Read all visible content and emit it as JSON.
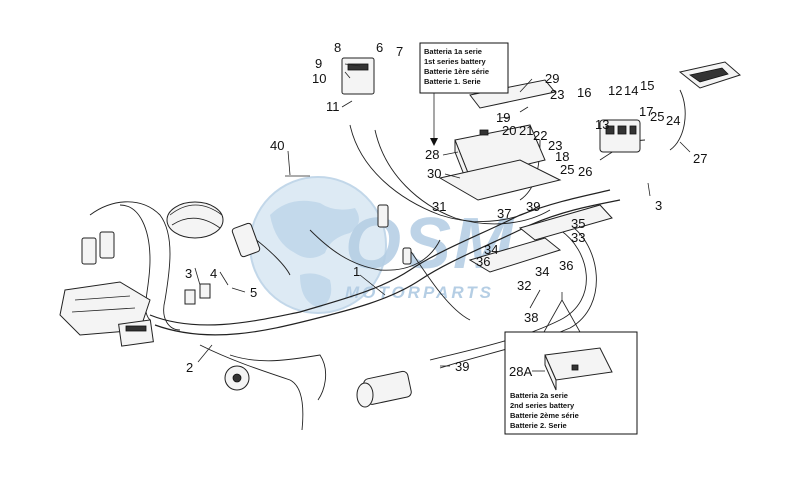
{
  "watermark": {
    "brand": "OSM",
    "tagline": "MOTORPARTS",
    "color": "#a9c6e0"
  },
  "callouts": [
    {
      "id": "c1",
      "text": "1"
    },
    {
      "id": "c2",
      "text": "2"
    },
    {
      "id": "c3a",
      "text": "3"
    },
    {
      "id": "c3b",
      "text": "3"
    },
    {
      "id": "c4",
      "text": "4"
    },
    {
      "id": "c5",
      "text": "5"
    },
    {
      "id": "c6",
      "text": "6"
    },
    {
      "id": "c7",
      "text": "7"
    },
    {
      "id": "c8",
      "text": "8"
    },
    {
      "id": "c9",
      "text": "9"
    },
    {
      "id": "c10",
      "text": "10"
    },
    {
      "id": "c11",
      "text": "11"
    },
    {
      "id": "c12",
      "text": "12"
    },
    {
      "id": "c13",
      "text": "13"
    },
    {
      "id": "c14",
      "text": "14"
    },
    {
      "id": "c15",
      "text": "15"
    },
    {
      "id": "c16",
      "text": "16"
    },
    {
      "id": "c17",
      "text": "17"
    },
    {
      "id": "c18",
      "text": "18"
    },
    {
      "id": "c19",
      "text": "19"
    },
    {
      "id": "c20",
      "text": "20"
    },
    {
      "id": "c21",
      "text": "21"
    },
    {
      "id": "c22",
      "text": "22"
    },
    {
      "id": "c23a",
      "text": "23"
    },
    {
      "id": "c23b",
      "text": "23"
    },
    {
      "id": "c24",
      "text": "24"
    },
    {
      "id": "c25a",
      "text": "25"
    },
    {
      "id": "c25b",
      "text": "25"
    },
    {
      "id": "c26",
      "text": "26"
    },
    {
      "id": "c27",
      "text": "27"
    },
    {
      "id": "c28",
      "text": "28"
    },
    {
      "id": "c28a",
      "text": "28A"
    },
    {
      "id": "c29",
      "text": "29"
    },
    {
      "id": "c30",
      "text": "30"
    },
    {
      "id": "c31",
      "text": "31"
    },
    {
      "id": "c32",
      "text": "32"
    },
    {
      "id": "c33",
      "text": "33"
    },
    {
      "id": "c34a",
      "text": "34"
    },
    {
      "id": "c34b",
      "text": "34"
    },
    {
      "id": "c35",
      "text": "35"
    },
    {
      "id": "c36a",
      "text": "36"
    },
    {
      "id": "c36b",
      "text": "36"
    },
    {
      "id": "c37",
      "text": "37"
    },
    {
      "id": "c38",
      "text": "38"
    },
    {
      "id": "c39a",
      "text": "39"
    },
    {
      "id": "c39b",
      "text": "39"
    },
    {
      "id": "c40",
      "text": "40"
    }
  ],
  "battery_box_1": {
    "lines": [
      "Batteria 1a serie",
      "1st series battery",
      "Batterie 1ère série",
      "Batterie 1. Serie"
    ]
  },
  "battery_box_2": {
    "lines": [
      "Batteria 2a serie",
      "2nd series battery",
      "Batterie 2ème série",
      "Batterie 2. Serie"
    ]
  }
}
